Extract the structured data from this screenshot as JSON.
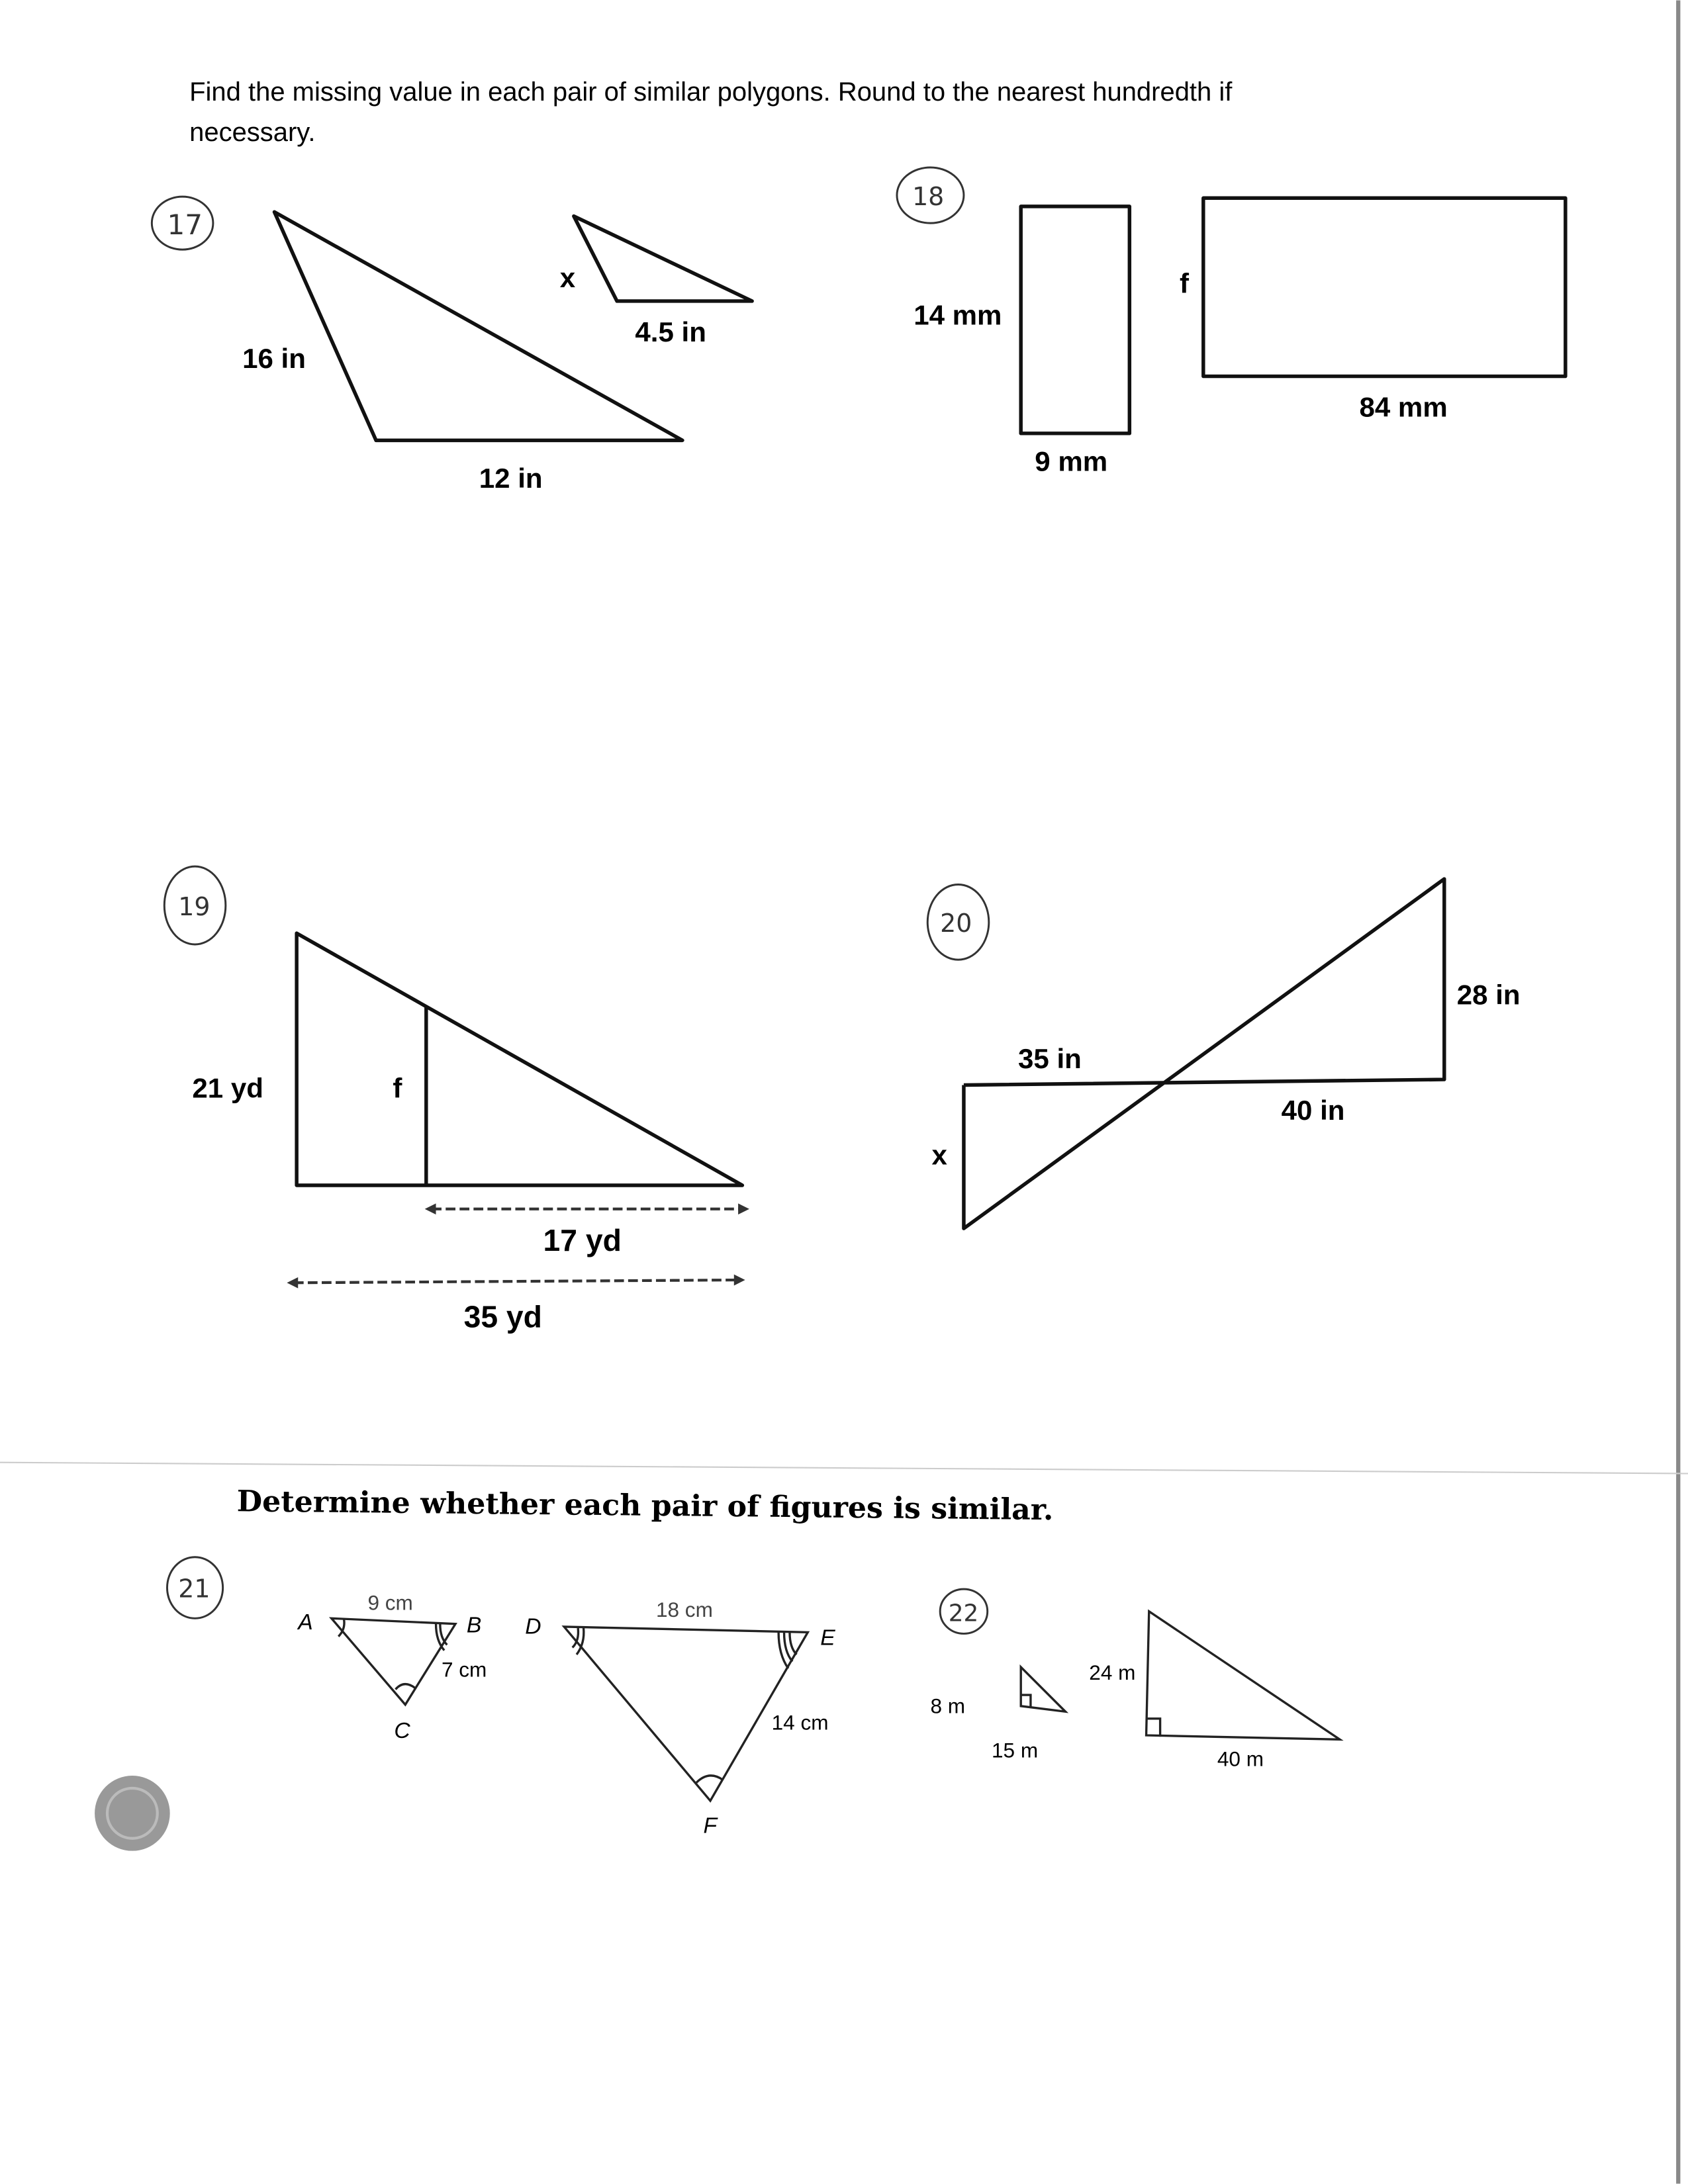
{
  "instructions": {
    "line1": "Find the missing value in each pair of similar polygons.  Round to the nearest hundredth if",
    "line2": "necessary."
  },
  "problems": {
    "p17": {
      "number": "17",
      "x": "x",
      "side_a": "4.5 in",
      "side_b": "16 in",
      "side_c": "12 in"
    },
    "p18": {
      "number": "18",
      "side_a": "14 mm",
      "f": "f",
      "side_b": "9 mm",
      "side_c": "84 mm"
    },
    "p19": {
      "number": "19",
      "side_a": "21 yd",
      "f": "f",
      "side_b": "17 yd",
      "side_c": "35 yd"
    },
    "p20": {
      "number": "20",
      "side_a": "35 in",
      "side_b": "28 in",
      "side_c": "40 in",
      "x": "x"
    },
    "p21": {
      "number": "21",
      "A": "A",
      "B": "B",
      "C": "C",
      "ab": "9 cm",
      "bc": "7 cm",
      "D": "D",
      "E": "E",
      "F": "F",
      "de": "18 cm",
      "ef": "14 cm"
    },
    "p22": {
      "number": "22",
      "s1": "8 m",
      "s2": "15 m",
      "s3": "24 m",
      "s4": "40 m"
    }
  },
  "section2": {
    "heading": "Determine whether each pair of figures is similar."
  }
}
